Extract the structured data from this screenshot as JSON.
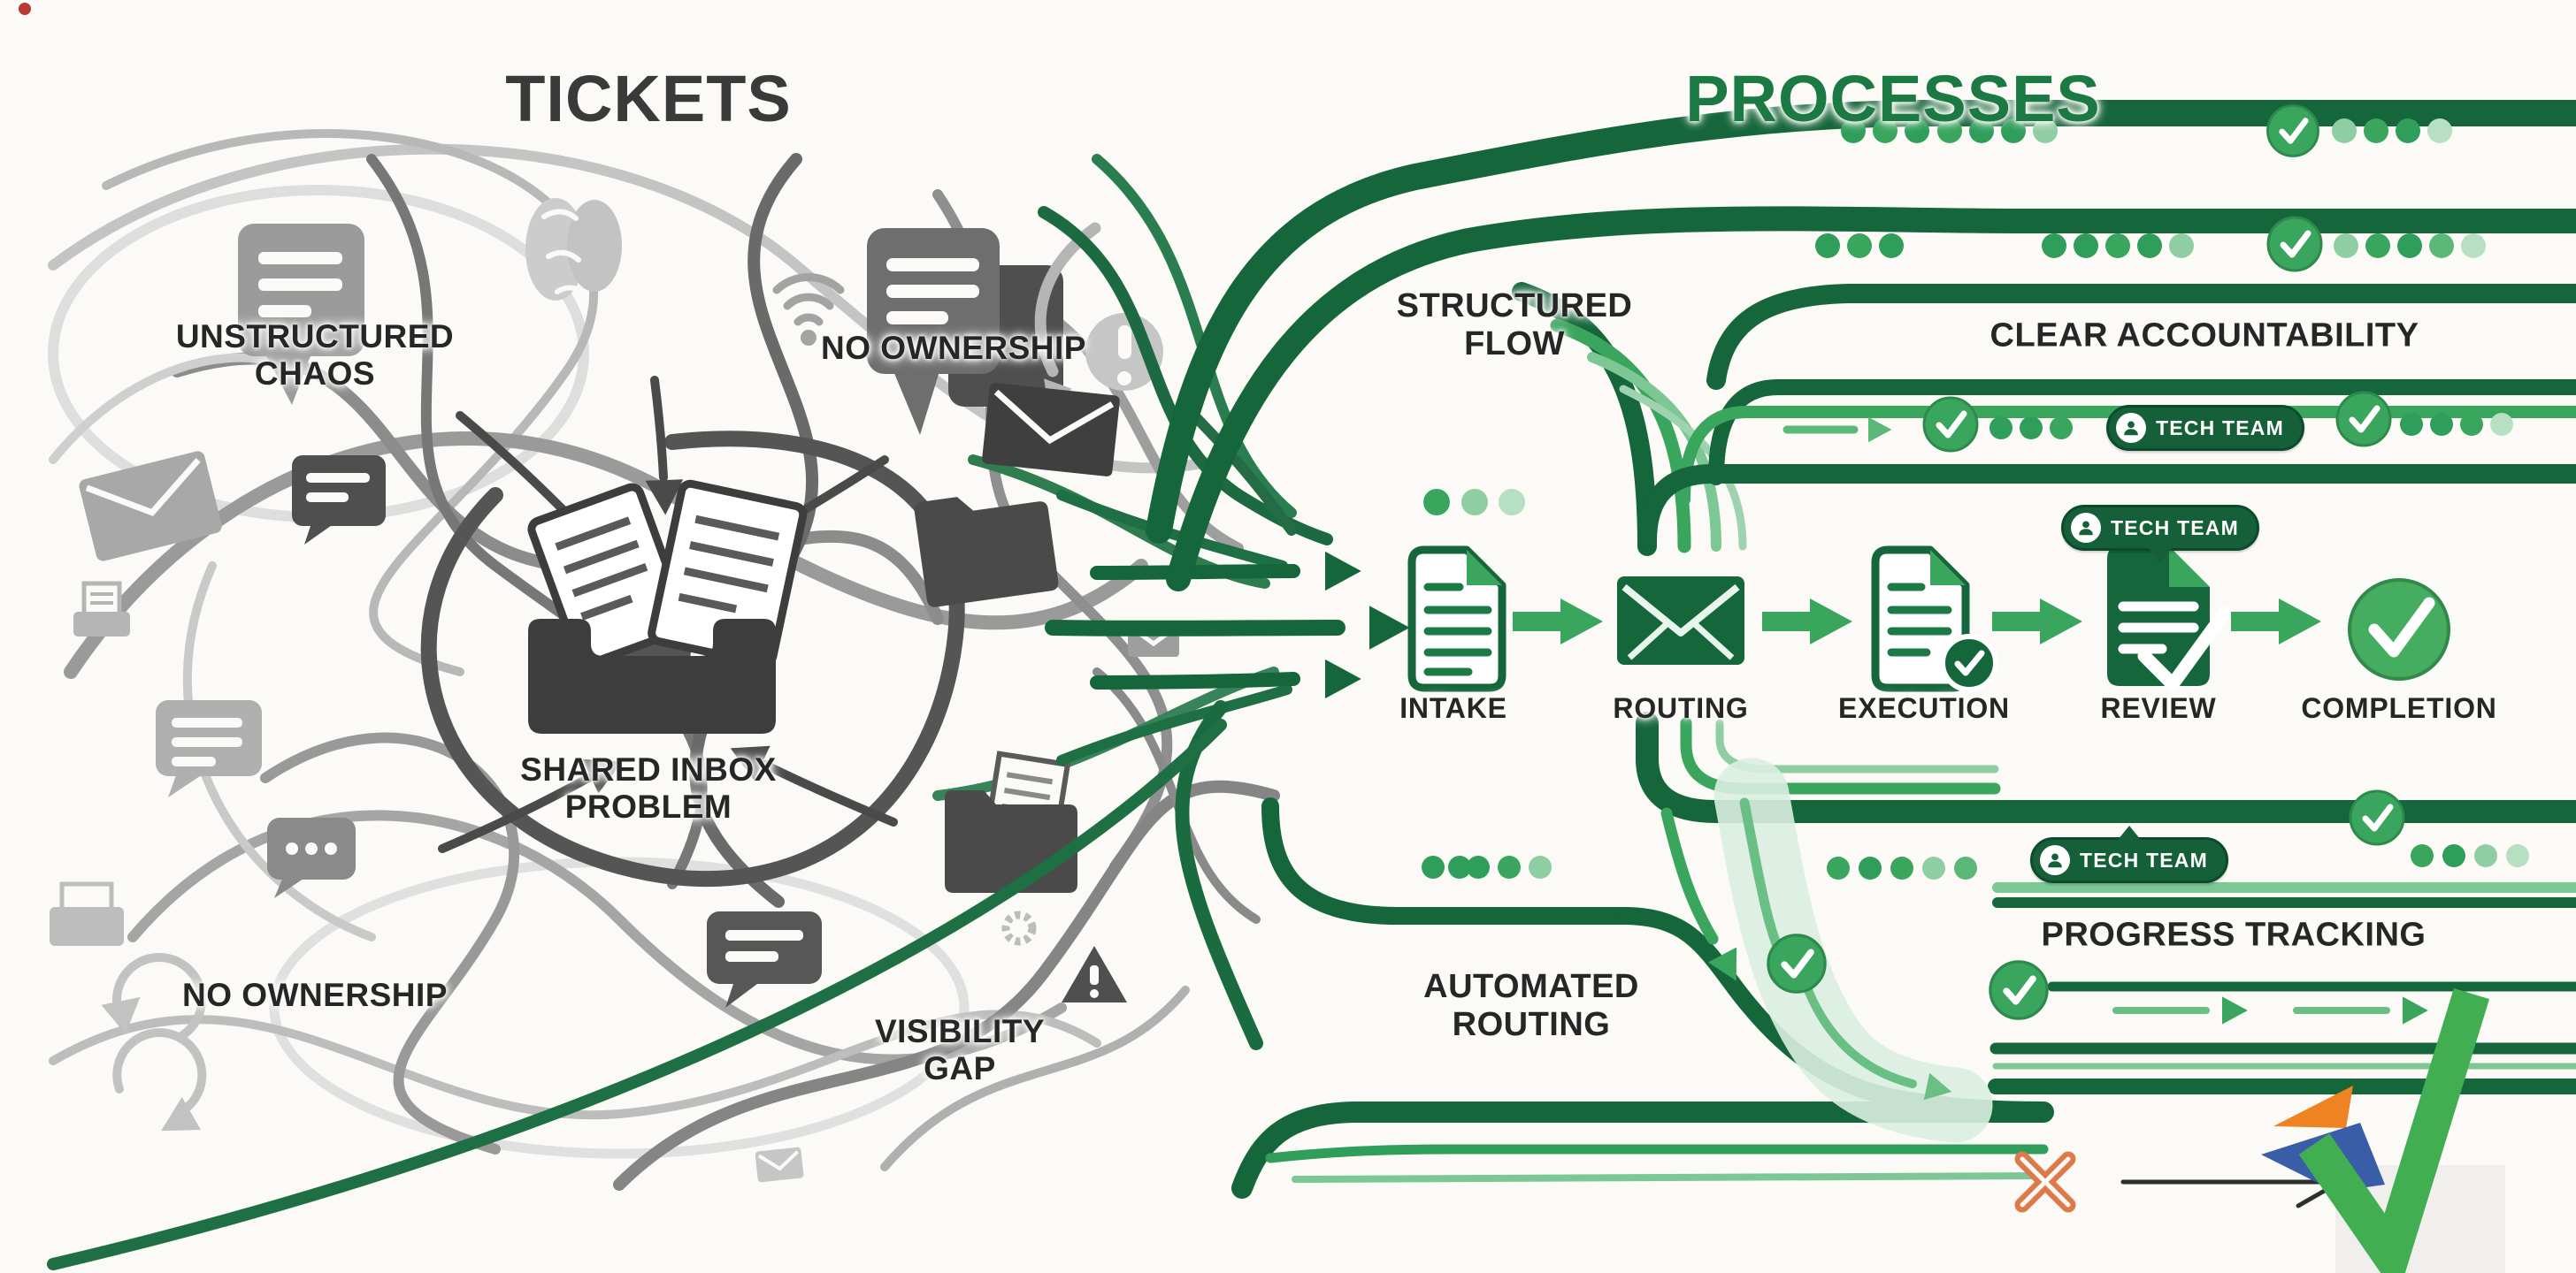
{
  "header": {
    "left_title": "TICKETS",
    "right_title": "PROCESSES"
  },
  "chaos": {
    "unstructured_line1": "UNSTRUCTURED",
    "unstructured_line2": "CHAOS",
    "no_ownership_top": "NO OWNERSHIP",
    "shared_inbox_line1": "SHARED INBOX",
    "shared_inbox_line2": "PROBLEM",
    "no_ownership_bottom": "NO OWNERSHIP",
    "visibility_line1": "VISIBILITY",
    "visibility_line2": "GAP",
    "icons": [
      "chat-bubble-icon",
      "brain-icon",
      "wifi-icon",
      "double-chat-icon",
      "curved-arrow-icon",
      "exclamation-circle-icon",
      "envelope-icon",
      "inbox-paper-icon",
      "printer-icon",
      "ellipsis-bubble-icon",
      "folder-icon",
      "alert-triangle-icon",
      "gear-icon",
      "recycle-arrows-icon",
      "shared-inbox-tray-icon"
    ]
  },
  "process": {
    "steps": [
      {
        "label": "INTAKE",
        "icon": "document-icon"
      },
      {
        "label": "ROUTING",
        "icon": "envelope-icon"
      },
      {
        "label": "EXECUTION",
        "icon": "document-check-icon"
      },
      {
        "label": "REVIEW",
        "icon": "document-review-icon"
      },
      {
        "label": "COMPLETION",
        "icon": "check-circle-icon"
      }
    ]
  },
  "flows": {
    "structured_line1": "STRUCTURED",
    "structured_line2": "FLOW",
    "clear_accountability": "CLEAR ACCOUNTABILITY",
    "automated_line1": "AUTOMATED",
    "automated_line2": "ROUTING",
    "progress_tracking": "PROGRESS TRACKING"
  },
  "badges": {
    "tech_team": "TECH TEAM"
  },
  "colors": {
    "green_dark": "#15663b",
    "green_deep": "#0e5d35",
    "green_mid": "#3aa55c",
    "green_light": "#7cc793",
    "green_pale": "#b7dfc2",
    "title_green": "#1b7a44",
    "ink": "#262626",
    "gray_dark": "#4a4a4a",
    "gray_mid": "#8f8f8f",
    "gray_light": "#c6c6c6",
    "x_orange": "#dd7a4a",
    "logo_green": "#41ae52",
    "logo_orange": "#ef8322",
    "logo_blue": "#3a5da8",
    "background": "#fbfaf7"
  }
}
